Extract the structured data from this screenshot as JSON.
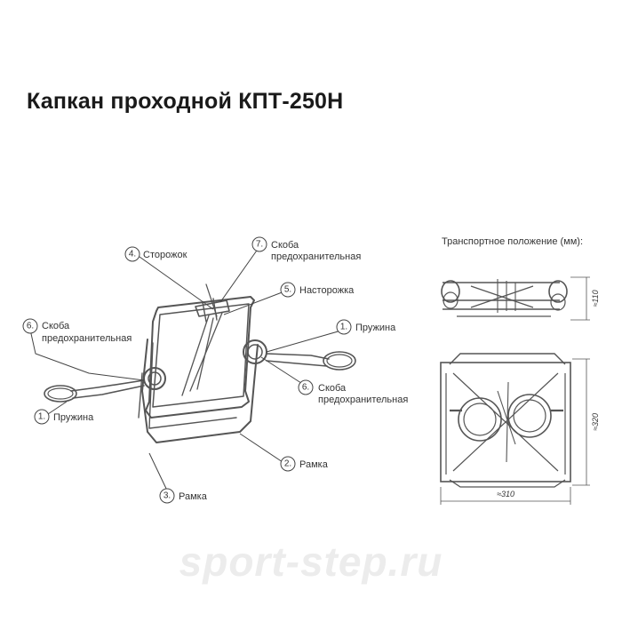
{
  "title": "Капкан проходной КПТ-250Н",
  "callouts": [
    {
      "num": "4.",
      "label": "Сторожок"
    },
    {
      "num": "7.",
      "label": "Скоба",
      "label2": "предохранительная"
    },
    {
      "num": "5.",
      "label": "Насторожка"
    },
    {
      "num": "6.",
      "label": "Скоба",
      "label2": "предохранительная"
    },
    {
      "num": "1.",
      "label": "Пружина"
    },
    {
      "num": "6.",
      "label": "Скоба",
      "label2": "предохранительная"
    },
    {
      "num": "1.",
      "label": "Пружина"
    },
    {
      "num": "2.",
      "label": "Рамка"
    },
    {
      "num": "3.",
      "label": "Рамка"
    }
  ],
  "transport": {
    "caption": "Транспортное положение (мм):",
    "dim_height_small": "≈110",
    "dim_height_large": "≈320",
    "dim_width": "≈310"
  },
  "watermark": "sport-step.ru",
  "colors": {
    "line": "#555555",
    "callout": "#444444",
    "watermark": "#ececec"
  }
}
